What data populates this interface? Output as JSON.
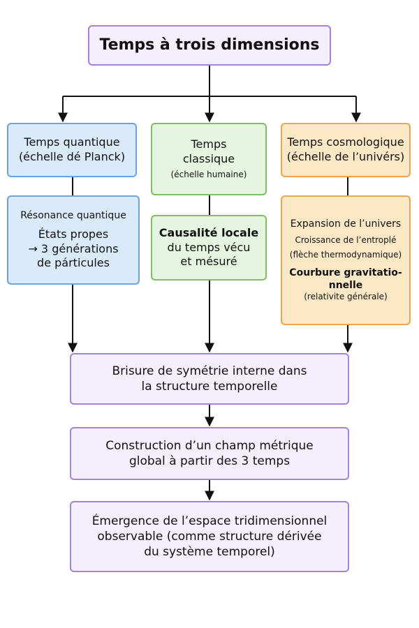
{
  "title": "Temps à trois dimensions",
  "columns": {
    "quantum": {
      "header": [
        "Temps quantique",
        "(échelle dé Planck)"
      ],
      "detail": [
        "Résonance quantique",
        "États propes",
        "→ 3 générations",
        "de párticules"
      ]
    },
    "classic": {
      "header": [
        "Temps",
        "classique",
        "(échelle humaine)"
      ],
      "detail": [
        "Causalité locale",
        "du temps vécu",
        "et mésuré"
      ]
    },
    "cosmo": {
      "header": [
        "Temps cosmologique",
        "(échelle de l’univérs)"
      ],
      "detail": [
        "Expansion de l’univers",
        "Croissance de l’entroplé",
        "(flèche thermodynamique)",
        "Courbure gravitatio-",
        "nnelle",
        "(relativite générale)"
      ]
    }
  },
  "flow": {
    "step1": [
      "Brisure de symétrie interne dans",
      "la structure temporelle"
    ],
    "step2": [
      "Construction d’un champ métrique",
      "global à partir des 3 temps"
    ],
    "step3": [
      "Émergence de l’espace tridimensionnel",
      "observable (comme structure dérivée",
      "du système temporel)"
    ]
  },
  "colors": {
    "purple": "#a283d8",
    "blue": "#6fa2d8",
    "green": "#7cc062",
    "orange": "#eba64f",
    "arrow": "#111111"
  }
}
